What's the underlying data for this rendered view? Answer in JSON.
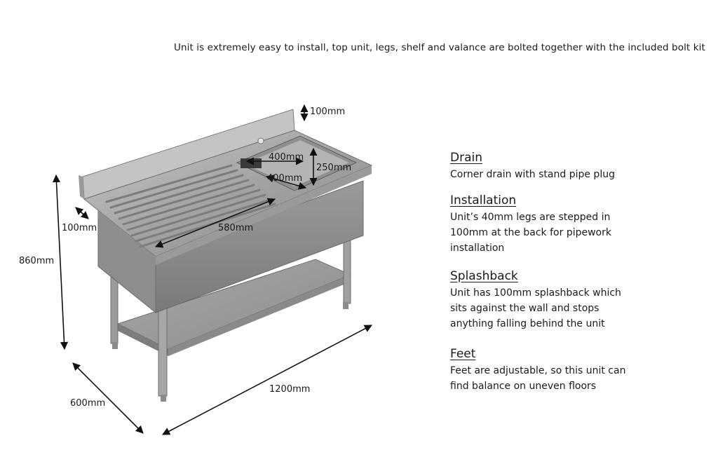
{
  "intro": "Unit is extremely easy to install, top unit, legs, shelf and valance are bolted together with the included bolt kit",
  "dimensions": {
    "splashback_height": "100mm",
    "bowl_width": "400mm",
    "bowl_depth": "250mm",
    "bowl_length": "400mm",
    "front_lip": "100mm",
    "drainer_length": "580mm",
    "height": "860mm",
    "depth": "600mm",
    "width": "1200mm"
  },
  "features": [
    {
      "title": "Drain",
      "text": "Corner drain with stand pipe plug"
    },
    {
      "title": "Installation",
      "text": "Unit’s 40mm legs are stepped in\n100mm at the back for pipework\ninstallation"
    },
    {
      "title": "Splashback",
      "text": "Unit has 100mm splashback which\nsits against the wall and stops\n anything falling behind the unit"
    },
    {
      "title": "Feet",
      "text": "Feet are adjustable, so this unit can\nfind balance on uneven floors"
    }
  ]
}
